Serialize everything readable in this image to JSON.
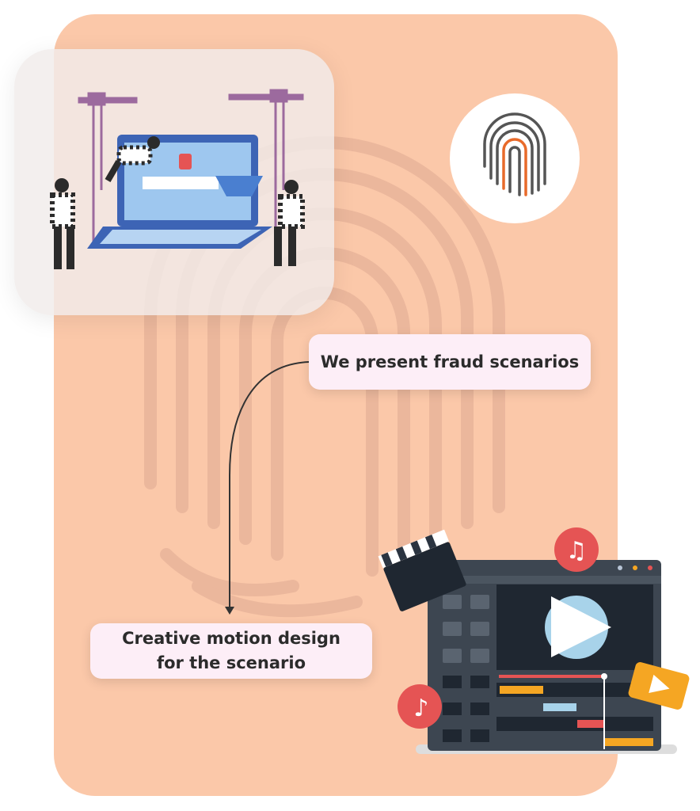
{
  "labels": {
    "step1": "We present fraud scenarios",
    "step2_line1": "Creative motion design",
    "step2_line2": "for the scenario"
  },
  "icons": [
    "fingerprint-icon",
    "music-note-icon",
    "clapperboard-icon",
    "play-icon"
  ],
  "colors": {
    "card": "#fbc8a9",
    "label_bg": "#fdeef7",
    "accent_red": "#e55454",
    "accent_orange": "#f5a623",
    "editor_dark": "#3d4651"
  }
}
